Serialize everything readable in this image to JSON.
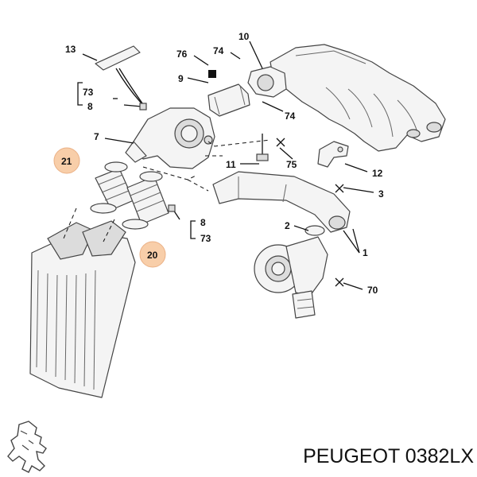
{
  "callouts": {
    "c13": "13",
    "c76": "76",
    "c74a": "74",
    "c10": "10",
    "c9": "9",
    "c73a": "73",
    "c8a": "8",
    "c74b": "74",
    "c7": "7",
    "c21": "21",
    "c11": "11",
    "c75": "75",
    "c12": "12",
    "c3": "3",
    "c8b": "8",
    "c73b": "73",
    "c20": "20",
    "c2": "2",
    "c1": "1",
    "c70": "70"
  },
  "caption": {
    "text": "PEUGEOT 0382LX"
  },
  "colors": {
    "highlight": "#f8c9a0",
    "line": "#111111",
    "part_fill": "#f4f4f4"
  },
  "icons": {
    "logo": "peugeot-lion-logo"
  }
}
